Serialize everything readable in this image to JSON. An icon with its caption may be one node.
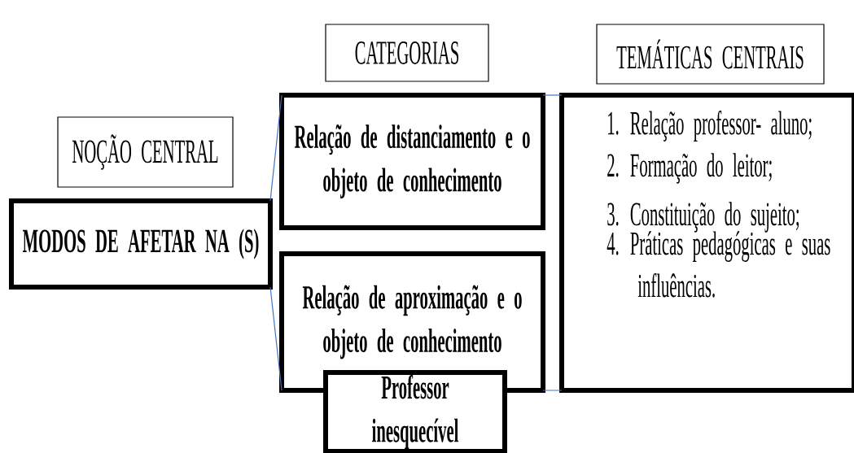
{
  "diagram": {
    "nodes": [
      {
        "text": [
          "CATEGORIAS"
        ]
      },
      {
        "text": [
          "TEMÁTICAS  CENTRAIS"
        ]
      },
      {
        "text": [
          "NOÇÃO CENTRAL"
        ]
      },
      {
        "text": [
          "Relação de distanciamento e o objeto de conhecimento"
        ]
      },
      {
        "text": [
          "1. Relação professor- aluno;",
          "2. Formação do leitor;",
          "3. Constituição do sujeito;",
          "4. Práticas pedagógicas e suas influências."
        ]
      },
      {
        "text": [
          "MODOS DE AFETAR NA (S)"
        ]
      },
      {
        "text": [
          "Relação de aproximação e o objeto de conhecimento"
        ]
      },
      {
        "text": [
          "Professor inesquecível"
        ]
      }
    ],
    "edges": [
      {
        "from": 5,
        "to": 3,
        "arrow": "none",
        "color": "#4472c4"
      },
      {
        "from": 5,
        "to": 6,
        "arrow": "none",
        "color": "#4472c4"
      },
      {
        "from": 3,
        "to": 4,
        "arrow": "none",
        "color": "#4472c4"
      },
      {
        "from": 6,
        "to": 4,
        "arrow": "none",
        "color": "#4472c4"
      }
    ]
  }
}
